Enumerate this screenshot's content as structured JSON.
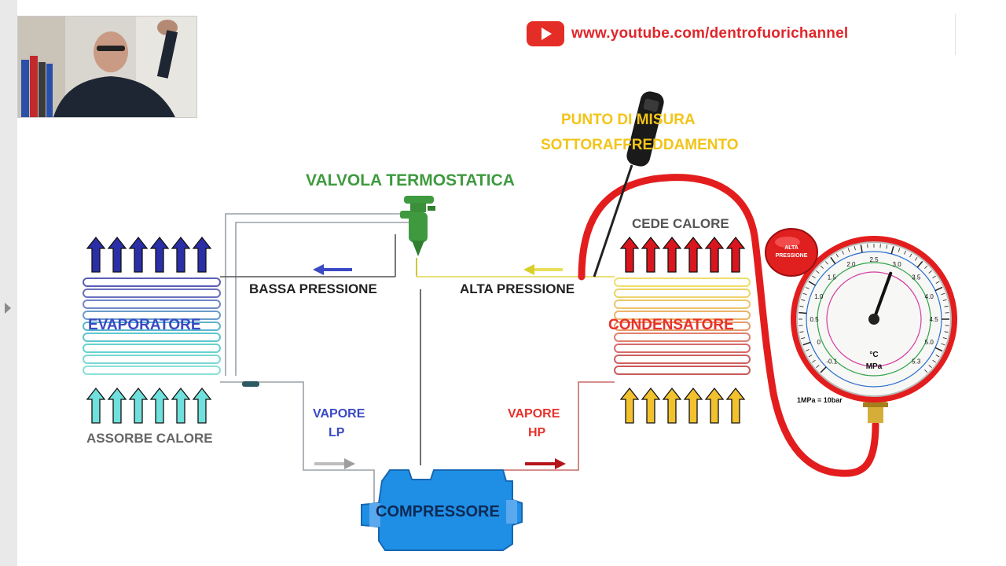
{
  "channel": {
    "url": "www.youtube.com/dentrofuorichannel",
    "icon": "youtube-logo-icon"
  },
  "labels": {
    "valve": "VALVOLA TERMOSTATICA",
    "measure_line1": "PUNTO DI MISURA",
    "measure_line2": "SOTTORAFFREDDAMENTO",
    "releases_heat": "CEDE CALORE",
    "low_pressure": "BASSA PRESSIONE",
    "high_pressure": "ALTA PRESSIONE",
    "evaporator": "EVAPORATORE",
    "condenser": "CONDENSATORE",
    "absorbs_heat": "ASSORBE CALORE",
    "vapor_lp_1": "VAPORE",
    "vapor_lp_2": "LP",
    "vapor_hp_1": "VAPORE",
    "vapor_hp_2": "HP",
    "compressor": "COMPRESSORE",
    "conversion": "1MPa = 10bar"
  },
  "gauge": {
    "badge_line1": "ALTA",
    "badge_line2": "PRESSIONE",
    "unit_c": "°C",
    "unit_mpa": "MPa",
    "mpa_ticks": [
      "-0.1",
      "0",
      "0.5",
      "1.0",
      "1.5",
      "2.0",
      "2.5",
      "3.0",
      "3.5",
      "4.0",
      "4.5",
      "5.0",
      "5.3"
    ],
    "needle_mpa": 3.0
  },
  "colors": {
    "evaporator": "#3a49c4",
    "evaporator_arrows_top": "#2a2fa8",
    "evaporator_arrows_bottom": "#6fe0dc",
    "condenser": "#e8312b",
    "condenser_arrows_top": "#d9161d",
    "condenser_arrows_bottom": "#f2c12e",
    "valve": "#3f9a3f",
    "measure": "#f2c418",
    "compressor": "#1f8fe6",
    "hose": "#e31d1d",
    "youtube": "#e0262b"
  }
}
